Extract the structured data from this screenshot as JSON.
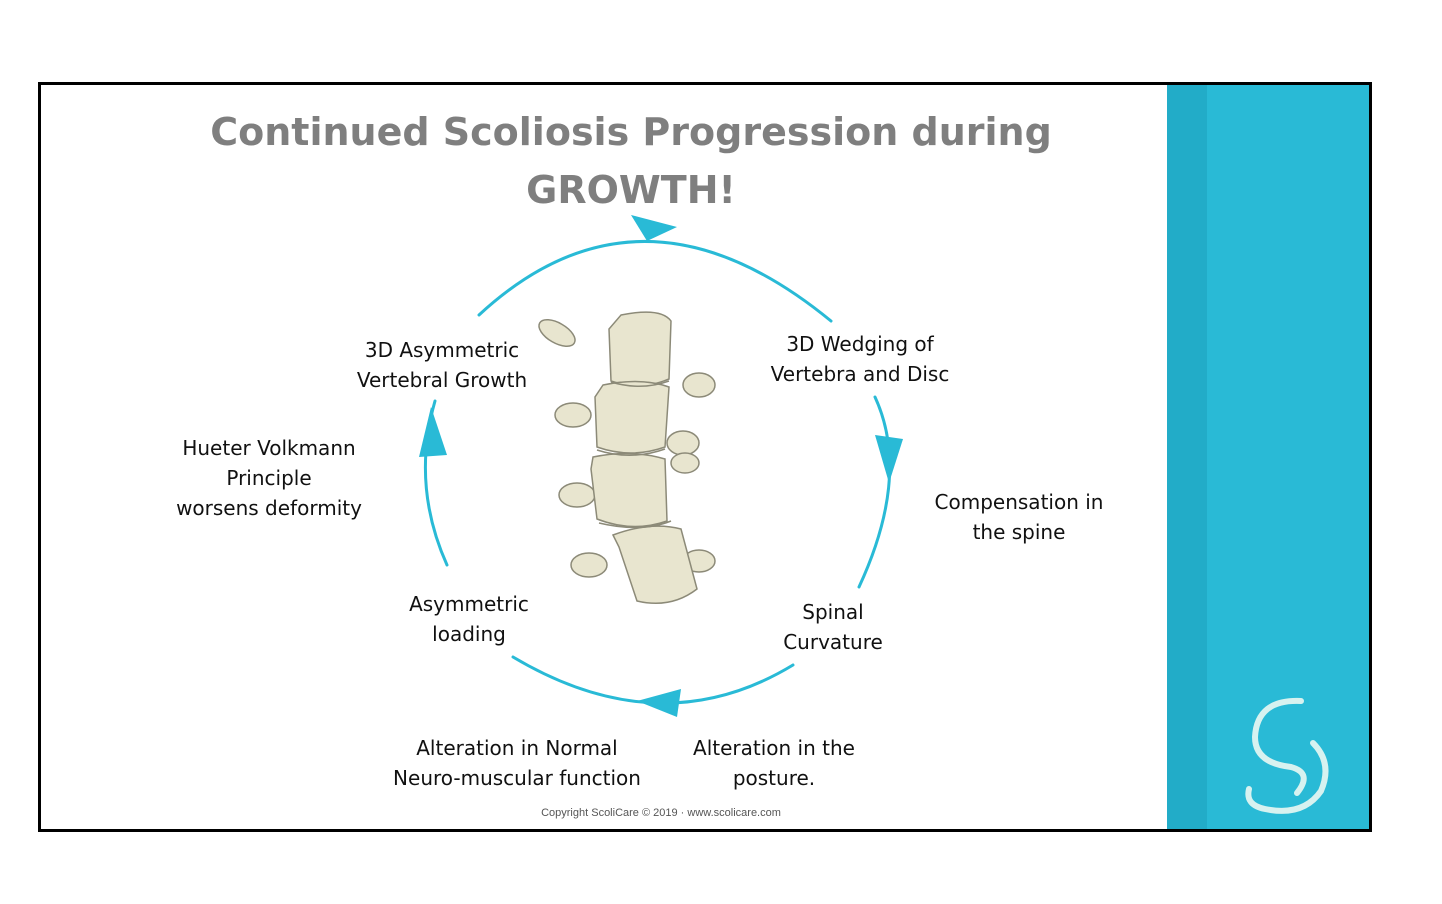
{
  "title": {
    "line1": "Continued Scoliosis Progression during",
    "line2": "GROWTH!"
  },
  "cycle": {
    "top_left": {
      "line1": "3D Asymmetric",
      "line2": "Vertebral  Growth"
    },
    "top_right": {
      "line1": "3D Wedging of",
      "line2": "Vertebra and Disc"
    },
    "right_outer": {
      "line1": "Compensation in",
      "line2": "the spine"
    },
    "bottom_right": {
      "line1": "Spinal",
      "line2": "Curvature"
    },
    "bottom_left": {
      "line1": "Asymmetric",
      "line2": "loading"
    },
    "left_outer": {
      "line1": "Hueter Volkmann",
      "line2": "Principle",
      "line3": "worsens deformity"
    },
    "bottom_outer_left": {
      "line1": "Alteration in Normal",
      "line2": "Neuro-muscular function"
    },
    "bottom_outer_right": {
      "line1": "Alteration in the",
      "line2": "posture."
    }
  },
  "footer": {
    "copyright": "Copyright  ScoliCare  © 2019 · www.scolicare.com"
  },
  "colors": {
    "arrow": "#29bad6",
    "title": "#7f7f7f",
    "sidebar": "#29bad6",
    "vertebra": "#e8e5cf"
  },
  "icons": {
    "logo": "scolicare-s-logo-icon",
    "image": "spine-vertebrae-image"
  }
}
